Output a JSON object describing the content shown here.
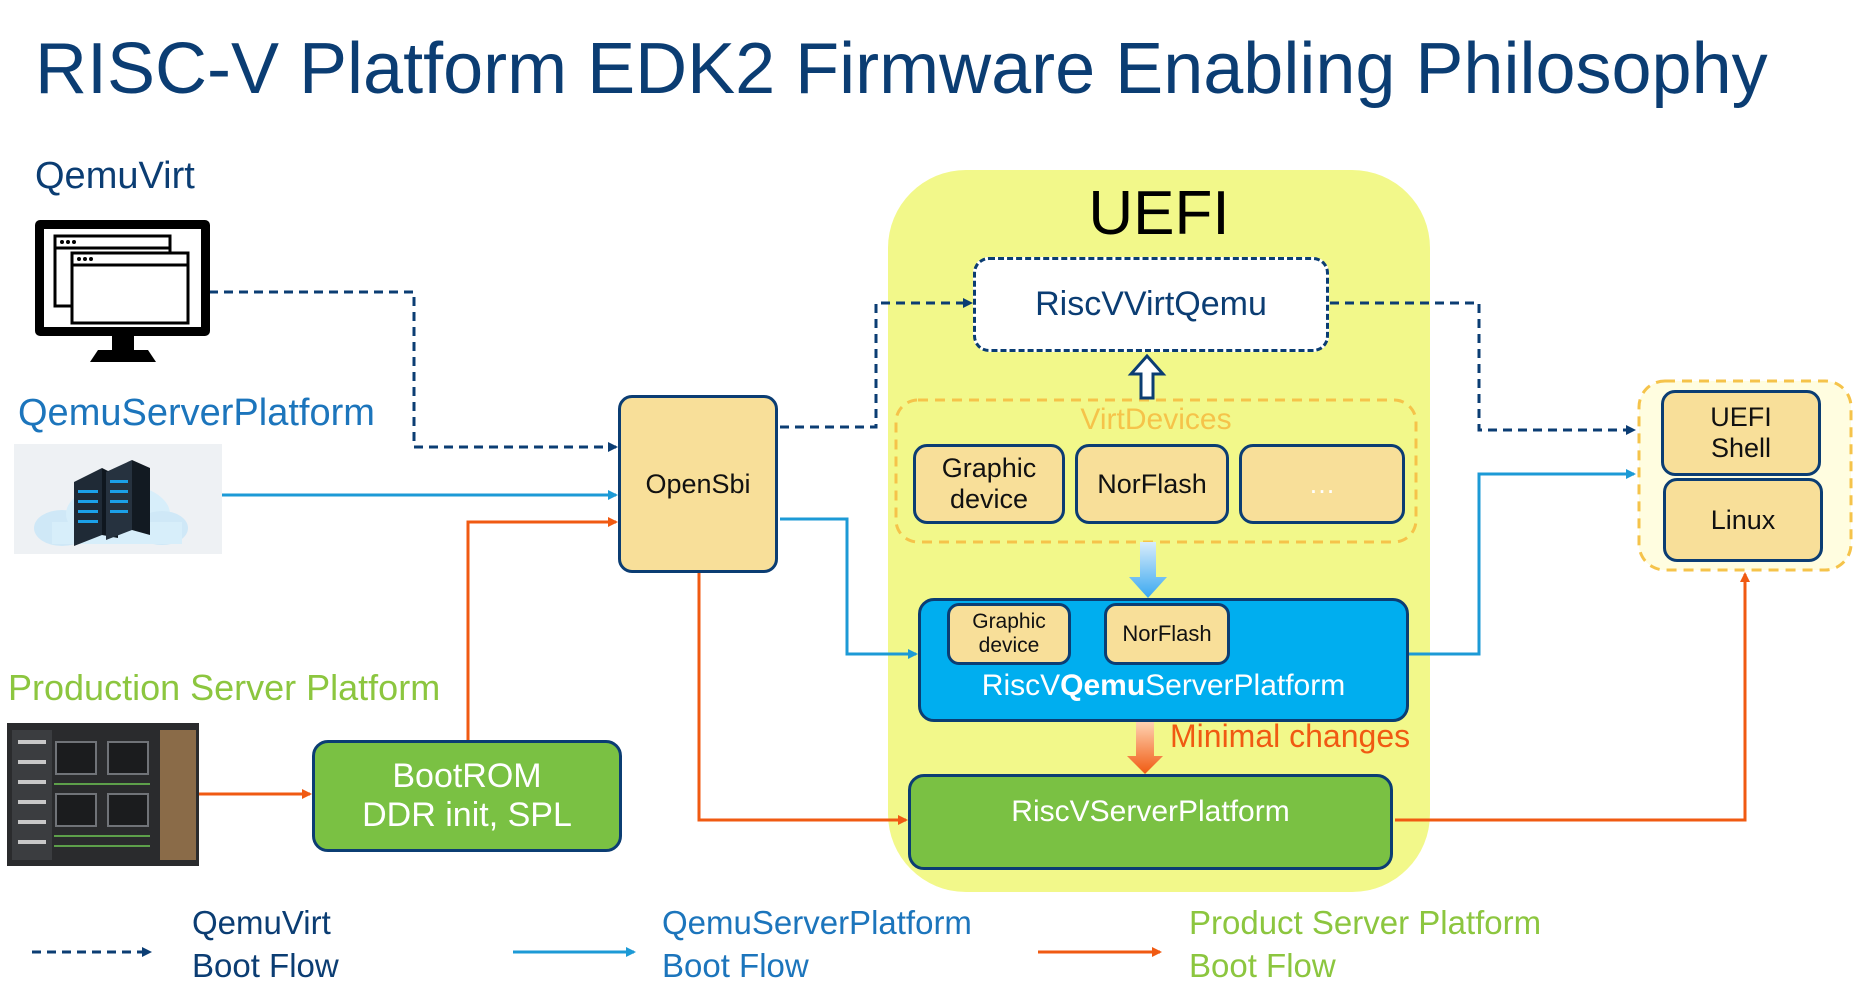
{
  "title": "RISC-V Platform EDK2 Firmware Enabling Philosophy",
  "sources": {
    "qemu_virt": "QemuVirt",
    "qemu_server_platform": "QemuServerPlatform",
    "production_server_platform": "Production Server Platform"
  },
  "opensbi": "OpenSbi",
  "bootrom": "BootROM\nDDR init, SPL",
  "uefi": {
    "title": "UEFI",
    "riscv_virt_qemu": "RiscVVirtQemu",
    "virt_devices": {
      "label": "VirtDevices",
      "items": [
        "Graphic\ndevice",
        "NorFlash",
        "…"
      ]
    },
    "qemu_server_platform_box": {
      "prefix": "RiscV",
      "bold": "Qemu",
      "suffix": "ServerPlatform",
      "items": [
        "Graphic\ndevice",
        "NorFlash"
      ]
    },
    "minimal_changes": "Minimal changes",
    "riscv_server_platform": "RiscVServerPlatform"
  },
  "targets": {
    "uefi_shell": "UEFI\nShell",
    "linux": "Linux"
  },
  "legend": [
    {
      "label": "QemuVirt\nBoot Flow",
      "color": "#0b3d73",
      "style": "dashed"
    },
    {
      "label": "QemuServerPlatform\nBoot Flow",
      "color": "#1c9ad6",
      "style": "solid"
    },
    {
      "label": "Product Server Platform\nBoot Flow",
      "color": "#f05a12",
      "style": "solid"
    }
  ],
  "colors": {
    "navy": "#0b3d73",
    "light_blue": "#1c9ad6",
    "orange": "#f05a12",
    "green_box": "#7ac143",
    "tan_box": "#f8df99",
    "uefi_region": "#f2f88a",
    "blue_box": "#00aeef"
  }
}
